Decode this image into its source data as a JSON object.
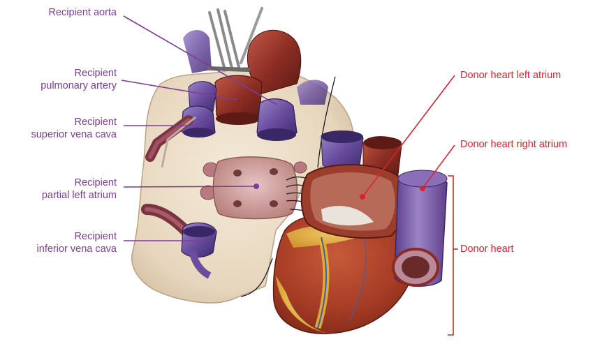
{
  "colors": {
    "recipient_label": "#7b3e94",
    "donor_label": "#d9232d",
    "tissue": "#ede0c8",
    "vessel_purple": "#6e4c9c",
    "vessel_red": "#8a2a22",
    "myocardium": "#b0452a",
    "fat": "#e2b63a"
  },
  "labels": {
    "recipient_aorta": "Recipient aorta",
    "recipient_pulmonary_artery": [
      "Recipient",
      "pulmonary artery"
    ],
    "recipient_superior_vena_cava": [
      "Recipient",
      "superior vena cava"
    ],
    "recipient_partial_left_atrium": [
      "Recipient",
      "partial left atrium"
    ],
    "recipient_inferior_vena_cava": [
      "Recipient",
      "inferior vena cava"
    ],
    "donor_left_atrium": "Donor heart left atrium",
    "donor_right_atrium": "Donor heart right atrium",
    "donor_heart": "Donor heart"
  }
}
